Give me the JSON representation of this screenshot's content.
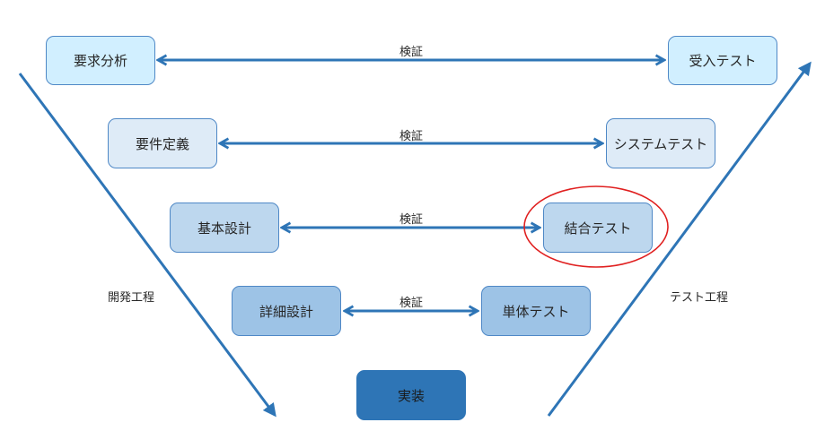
{
  "title": "V字モデル",
  "colors": {
    "line": "#2e75b6",
    "highlight": "#e02020",
    "level1": "#d1efff",
    "level2": "#deebf7",
    "level3": "#bdd7ee",
    "level4": "#9dc3e6",
    "level5": "#2e75b6"
  },
  "development": {
    "label": "開発工程",
    "steps": [
      "要求分析",
      "要件定義",
      "基本設計",
      "詳細設計"
    ]
  },
  "testing": {
    "label": "テスト工程",
    "steps": [
      "受入テスト",
      "システムテスト",
      "結合テスト",
      "単体テスト"
    ]
  },
  "implementation": "実装",
  "verify_labels": [
    "検証",
    "検証",
    "検証",
    "検証"
  ],
  "highlighted": "結合テスト"
}
